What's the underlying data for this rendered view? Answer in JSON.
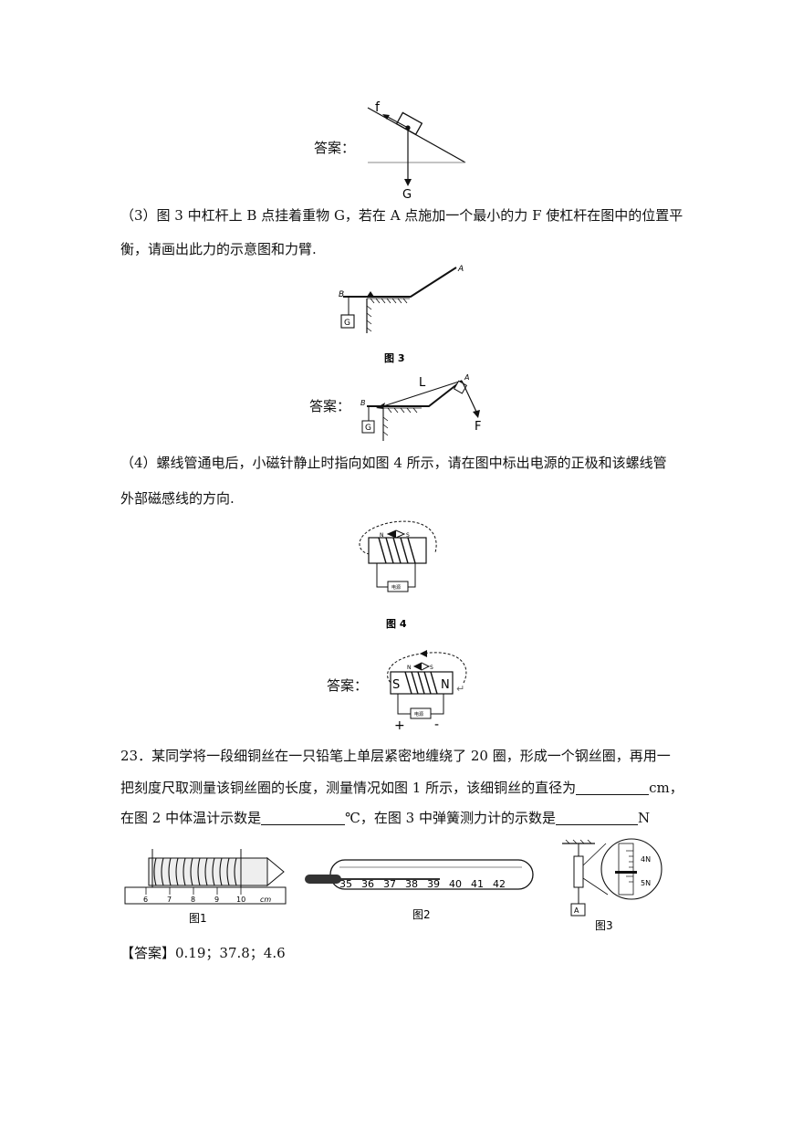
{
  "answer_label": "答案：",
  "fig1_slope": {
    "friction": "f",
    "gravity": "G"
  },
  "q3": {
    "line1": "（3）图 3 中杠杆上 B 点挂着重物 G，若在 A 点施加一个最小的力 F 使杠杆在图中的位置平",
    "line2": "衡，请画出此力的示意图和力臂.",
    "fig_caption": "图 3",
    "labels": {
      "a": "A",
      "b": "B",
      "g": "G",
      "l": "L",
      "f": "F"
    }
  },
  "q4": {
    "line1": "（4）螺线管通电后，小磁针静止时指向如图 4 所示，请在图中标出电源的正极和该螺线管",
    "line2": "外部磁感线的方向.",
    "fig_caption": "图 4",
    "labels": {
      "n": "N",
      "s": "S",
      "source": "电源",
      "plus": "+",
      "minus": "-",
      "return_mark": "↵"
    }
  },
  "q23": {
    "line1": "23．某同学将一段细铜丝在一只铅笔上单层紧密地缠绕了 20 圈，形成一个钢丝圈，再用一",
    "line2_a": "把刻度尺取测量该铜丝圈的长度，测量情况如图 1 所示，该细铜丝的直径为",
    "line2_unit": "cm，",
    "line3_a": "在图 2 中体温计示数是",
    "line3_b": "℃，在图 3 中弹簧测力计的示数是",
    "line3_unit": "N",
    "fig1_caption": "图1",
    "fig2_caption": "图2",
    "fig3_caption": "图3",
    "ruler_ticks": [
      "6",
      "7",
      "8",
      "9",
      "10",
      "cm"
    ],
    "thermo_ticks": [
      "35",
      "36",
      "37",
      "38",
      "39",
      "40",
      "41",
      "42"
    ],
    "spring_ticks": [
      "4N",
      "5N"
    ],
    "spring_block": "A",
    "answer": "【答案】0.19；37.8；4.6"
  }
}
